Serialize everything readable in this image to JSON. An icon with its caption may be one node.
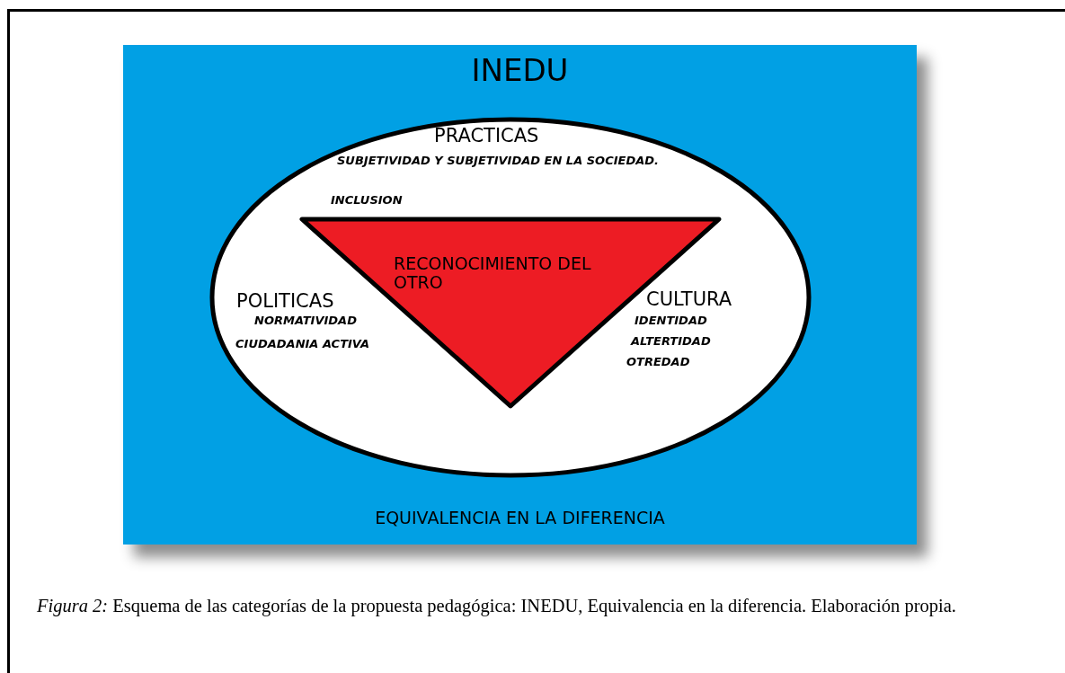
{
  "diagram": {
    "caption": "*Figura 2:* Esquema de las categorías de la propuesta pedagógica: INEDU, Equivalencia en la diferencia. Elaboración propia.",
    "nodes": [
      {
        "text": [
          "INEDU",
          "EQUIVALENCIA EN LA DIFERENCIA"
        ]
      },
      {
        "text": [
          "PRACTICAS",
          "SUBJETIVIDAD Y SUBJETIVIDAD EN LA SOCIEDAD.",
          "INCLUSION",
          "POLITICAS",
          "NORMATIVIDAD",
          "CIUDADANIA ACTIVA",
          "CULTURA",
          "IDENTIDAD",
          "ALTERTIDAD",
          "OTREDAD"
        ],
        "in": 0
      },
      {
        "text": [
          "RECONOCIMIENTO DEL OTRO"
        ],
        "in": 1
      }
    ]
  }
}
